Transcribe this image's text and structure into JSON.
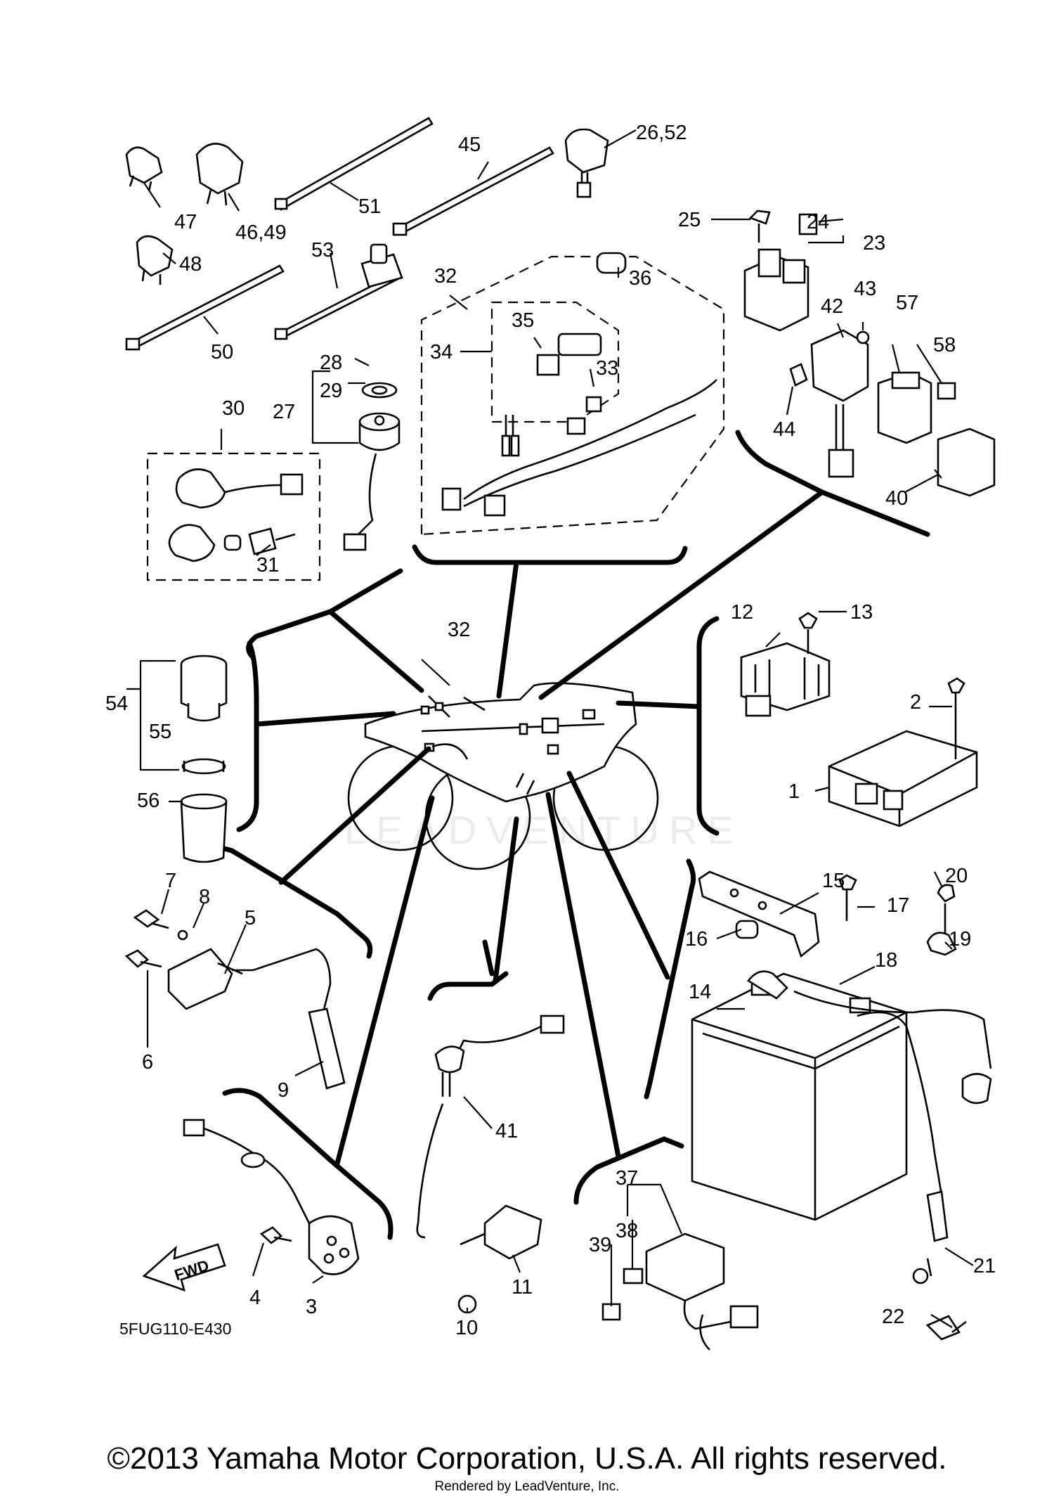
{
  "diagram_code": "5FUG110-E430",
  "watermark": "LEADVENTURE",
  "fwd_label": "FWD",
  "copyright": "©2013 Yamaha Motor Corporation, U.S.A. All rights reserved.",
  "rendered_by": "Rendered by LeadVenture, Inc.",
  "callouts": {
    "c1": "1",
    "c2": "2",
    "c3": "3",
    "c4": "4",
    "c5": "5",
    "c6": "6",
    "c7": "7",
    "c8": "8",
    "c9": "9",
    "c10": "10",
    "c11": "11",
    "c12": "12",
    "c13": "13",
    "c14": "14",
    "c15": "15",
    "c16": "16",
    "c17": "17",
    "c18": "18",
    "c19": "19",
    "c20": "20",
    "c21": "21",
    "c22": "22",
    "c23": "23",
    "c24": "24",
    "c25": "25",
    "c26_52": "26,52",
    "c27": "27",
    "c28": "28",
    "c29": "29",
    "c30": "30",
    "c31": "31",
    "c32_top": "32",
    "c32_mid": "32",
    "c33": "33",
    "c34": "34",
    "c35": "35",
    "c36": "36",
    "c37": "37",
    "c38": "38",
    "c39": "39",
    "c40": "40",
    "c41": "41",
    "c42": "42",
    "c43": "43",
    "c44": "44",
    "c45": "45",
    "c46_49": "46,49",
    "c47": "47",
    "c48": "48",
    "c50": "50",
    "c51": "51",
    "c53": "53",
    "c54": "54",
    "c55": "55",
    "c56": "56",
    "c57": "57",
    "c58": "58"
  }
}
